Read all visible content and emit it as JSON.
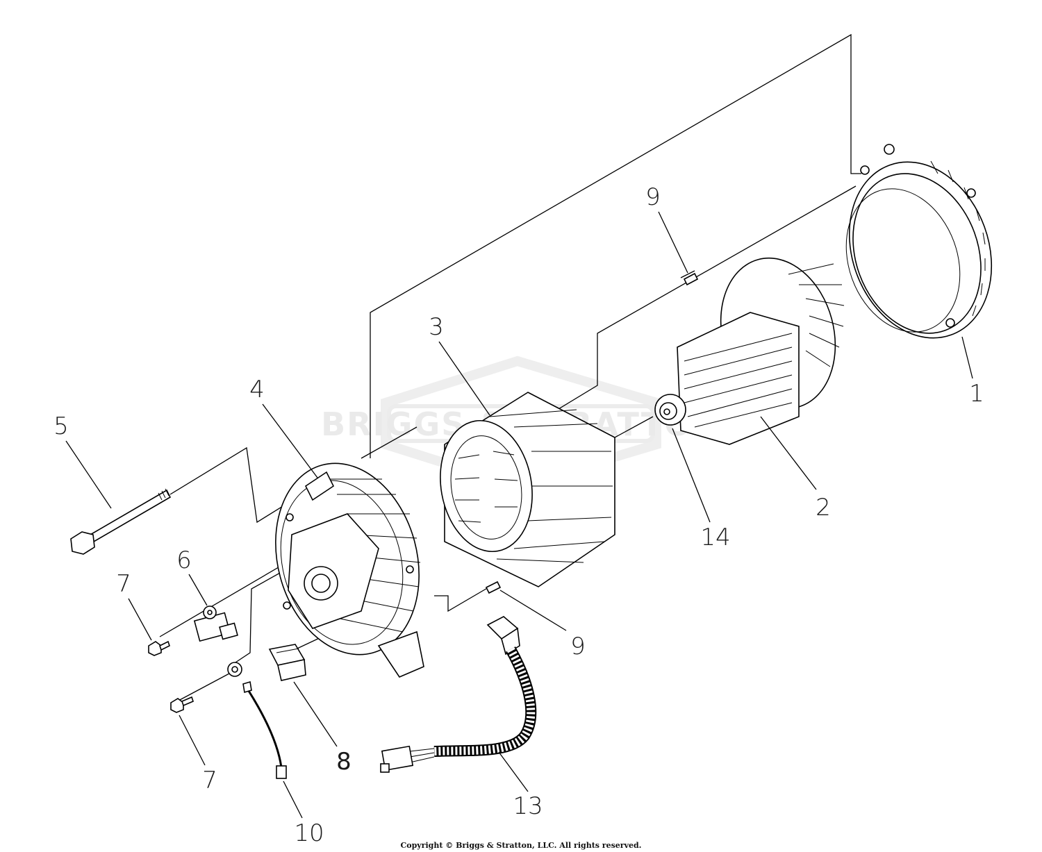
{
  "watermark": {
    "text": "BRIGGS & STRATTON"
  },
  "callouts": {
    "c1": "1",
    "c2": "2",
    "c3": "3",
    "c4": "4",
    "c5": "5",
    "c6": "6",
    "c7a": "7",
    "c7b": "7",
    "c8": "8",
    "c9a": "9",
    "c9b": "9",
    "c10": "10",
    "c13": "13",
    "c14": "14"
  },
  "footer": {
    "copyright": "Copyright © Briggs & Stratton, LLC. All rights reserved."
  }
}
